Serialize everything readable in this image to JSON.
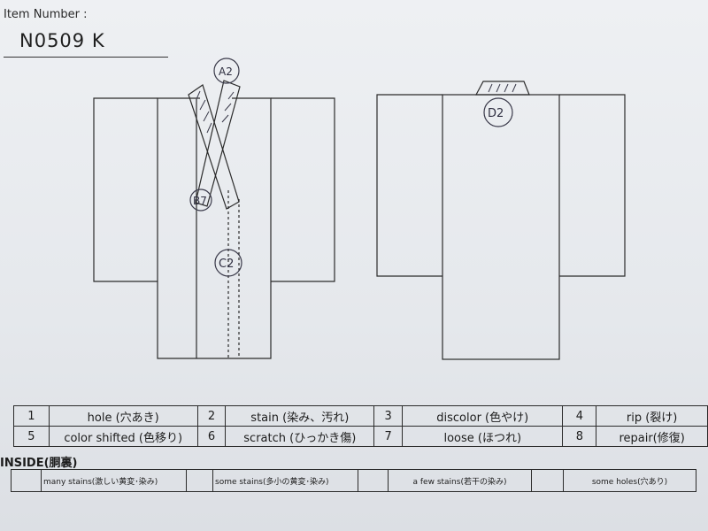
{
  "header": {
    "item_label": "Item Number :",
    "item_value": "N0509   K"
  },
  "annotations": {
    "front_collar": "A2",
    "front_overlap": "B7",
    "front_body": "C2",
    "back_collar": "D2"
  },
  "damage_legend": [
    {
      "num": "1",
      "label": "hole (穴あき)"
    },
    {
      "num": "2",
      "label": "stain (染み、汚れ)"
    },
    {
      "num": "3",
      "label": "discolor (色やけ)"
    },
    {
      "num": "4",
      "label": "rip (裂け)"
    },
    {
      "num": "5",
      "label": "color shifted (色移り)"
    },
    {
      "num": "6",
      "label": "scratch (ひっかき傷)"
    },
    {
      "num": "7",
      "label": "loose (ほつれ)"
    },
    {
      "num": "8",
      "label": "repair(修復)"
    }
  ],
  "inside": {
    "title": "INSIDE(胴裏)",
    "options": [
      "many stains(激しい黄変･染み)",
      "some stains(多小の黄変･染み)",
      "a few stains(若干の染み)",
      "some holes(穴あり)"
    ]
  },
  "colors": {
    "ink": "#2b2b2b",
    "pen": "#3a3a4a",
    "paper": "#e9ecef"
  }
}
